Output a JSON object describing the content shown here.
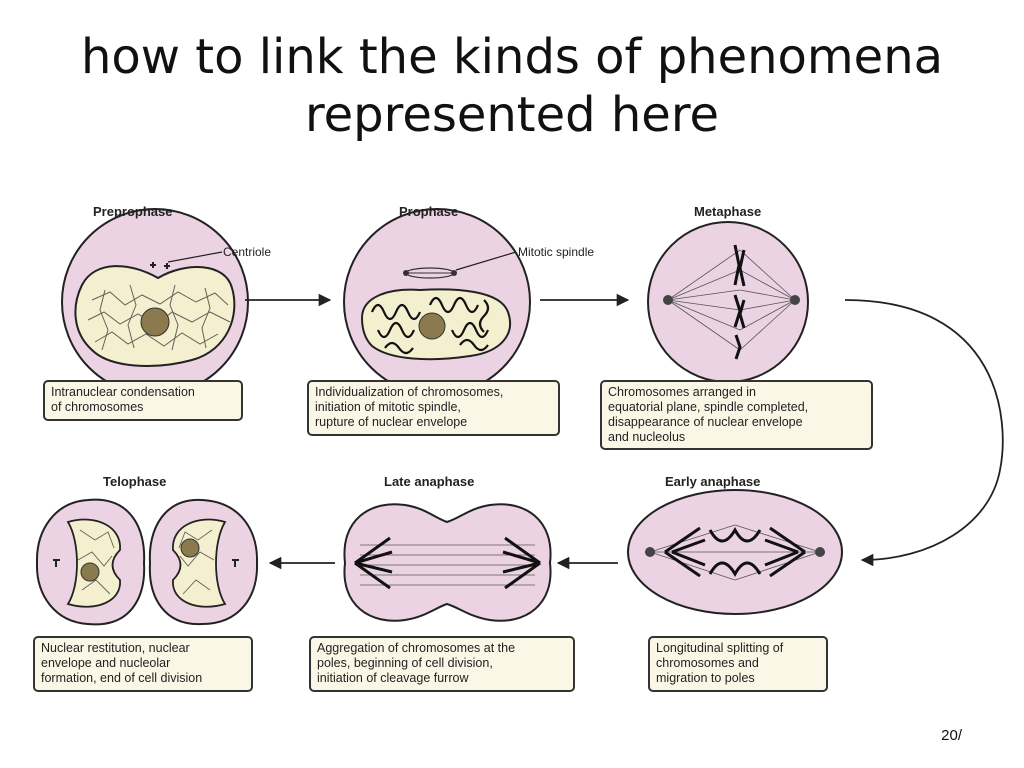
{
  "title": {
    "line1": "how to link the kinds of phenomena",
    "line2": "represented here"
  },
  "phases": {
    "preprophase": {
      "label": "Preprophase",
      "callout": "Centriole",
      "description": [
        "Intranuclear condensation",
        "of chromosomes"
      ]
    },
    "prophase": {
      "label": "Prophase",
      "callout": "Mitotic spindle",
      "description": [
        "Individualization of chromosomes,",
        "initiation of mitotic spindle,",
        "rupture of nuclear envelope"
      ]
    },
    "metaphase": {
      "label": "Metaphase",
      "description": [
        "Chromosomes arranged in",
        "equatorial plane, spindle completed,",
        "disappearance of nuclear envelope",
        "and nucleolus"
      ]
    },
    "early_anaphase": {
      "label": "Early anaphase",
      "description": [
        "Longitudinal splitting of",
        "chromosomes and",
        "migration to poles"
      ]
    },
    "late_anaphase": {
      "label": "Late anaphase",
      "description": [
        "Aggregation of chromosomes at the",
        "poles, beginning of cell division,",
        "initiation of cleavage furrow"
      ]
    },
    "telophase": {
      "label": "Telophase",
      "description": [
        "Nuclear restitution, nuclear",
        "envelope and nucleolar",
        "formation, end of cell division"
      ]
    }
  },
  "colors": {
    "cell_fill": "#ecd3e4",
    "nucleus_fill": "#f4efcf",
    "nucleolus_fill": "#8a7a4e",
    "box_fill": "#fbf7e6"
  },
  "page_number": "20/"
}
